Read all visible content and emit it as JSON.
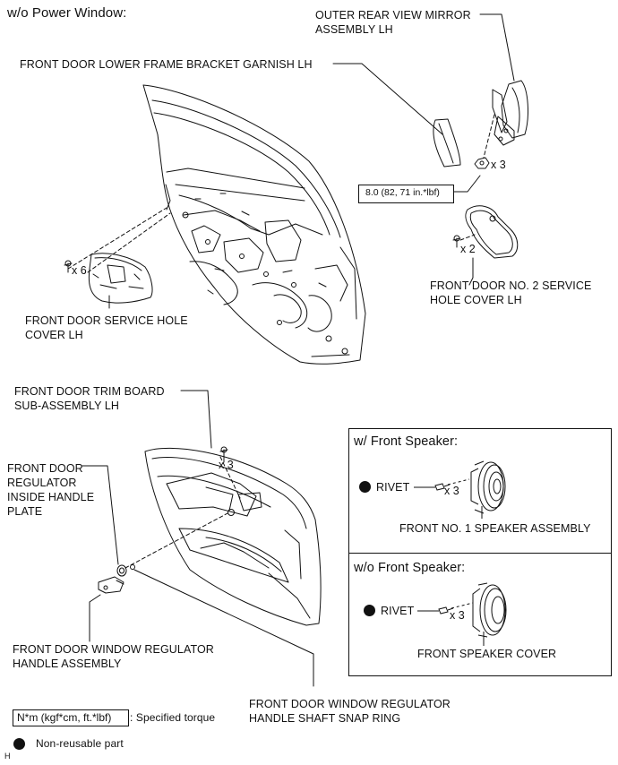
{
  "section_title": "w/o Power Window:",
  "labels": {
    "mirror": [
      "OUTER REAR VIEW MIRROR",
      "ASSEMBLY LH"
    ],
    "garnish": "FRONT DOOR LOWER FRAME BRACKET GARNISH LH",
    "torque": "8.0 (82, 71 in.*lbf)",
    "cover2": [
      "FRONT DOOR NO. 2 SERVICE",
      "HOLE COVER LH"
    ],
    "service_cover": [
      "FRONT DOOR SERVICE HOLE",
      "COVER LH"
    ],
    "trim_board": [
      "FRONT DOOR TRIM BOARD",
      "SUB-ASSEMBLY LH"
    ],
    "handle_plate": [
      "FRONT DOOR",
      "REGULATOR",
      "INSIDE HANDLE",
      "PLATE"
    ],
    "handle_assy": [
      "FRONT DOOR WINDOW REGULATOR",
      "HANDLE ASSEMBLY"
    ],
    "snap_ring": [
      "FRONT DOOR WINDOW REGULATOR",
      "HANDLE SHAFT SNAP RING"
    ]
  },
  "quantities": {
    "nut_mirror": "x 3",
    "clip_cover2": "x 2",
    "clip_service": "x 6",
    "clip_trim": "x 3",
    "rivet_speaker": "x 3",
    "rivet_cover": "x 3"
  },
  "speaker_box": {
    "with_title": "w/ Front Speaker:",
    "with_rivet": "RIVET",
    "with_part": "FRONT NO. 1 SPEAKER ASSEMBLY",
    "without_title": "w/o Front Speaker:",
    "without_rivet": "RIVET",
    "without_part": "FRONT SPEAKER COVER"
  },
  "legend": {
    "torque_unit": "N*m (kgf*cm, ft.*lbf)",
    "torque_desc": ": Specified torque",
    "nonreusable": "Non-reusable part"
  },
  "corner_mark": "H"
}
